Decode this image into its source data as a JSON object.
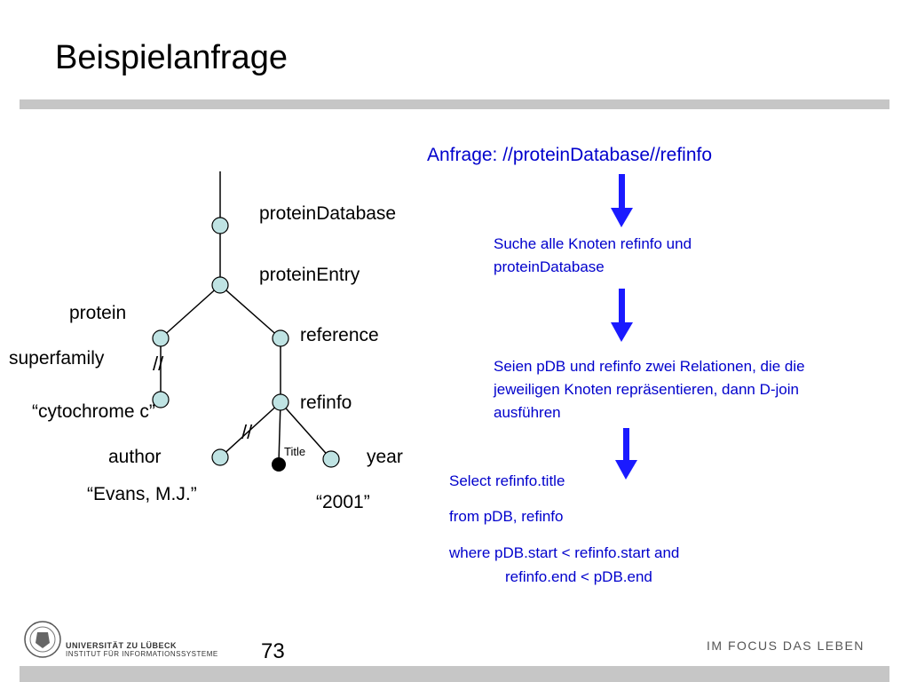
{
  "slide": {
    "title": "Beispielanfrage",
    "page_number": "73"
  },
  "tree": {
    "labels": {
      "proteinDatabase": "proteinDatabase",
      "proteinEntry": "proteinEntry",
      "protein": "protein",
      "superfamily": "superfamily",
      "reference": "reference",
      "refinfo": "refinfo",
      "author": "author",
      "year": "year",
      "title": "Title"
    },
    "values": {
      "cytochrome": "“cytochrome c”",
      "evans": "“Evans, M.J.”",
      "year2001": "“2001”"
    },
    "descendant_marks": {
      "left": "//",
      "right": "//"
    }
  },
  "query": {
    "header": "Anfrage: //proteinDatabase//refinfo",
    "step1": "Suche alle Knoten refinfo und proteinDatabase",
    "step2": "Seien pDB und refinfo zwei Relationen, die die jeweiligen Knoten repräsentieren, dann D-join ausführen",
    "sql": {
      "select": "Select refinfo.title",
      "from": "from pDB, refinfo",
      "where": "where pDB.start < refinfo.start and",
      "where_cont": "refinfo.end < pDB.end"
    }
  },
  "footer": {
    "university_line1": "UNIVERSITÄT ZU LÜBECK",
    "university_line2": "INSTITUT FÜR INFORMATIONSSYSTEME",
    "motto": "IM FOCUS DAS LEBEN"
  },
  "colors": {
    "accent_blue": "#0000cc",
    "arrow_blue": "#1a1aff",
    "node_fill": "#bfe3e3",
    "rule_gray": "#c6c6c6"
  }
}
